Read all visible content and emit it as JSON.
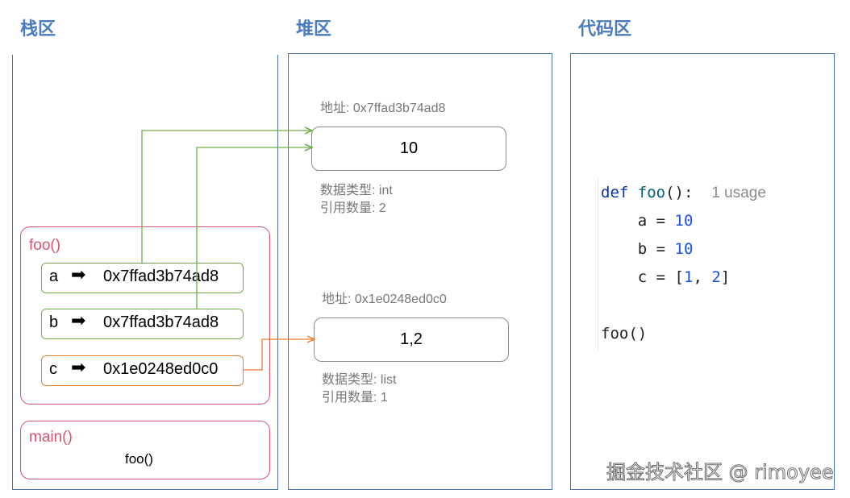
{
  "sections": {
    "stack": "栈区",
    "heap": "堆区",
    "code": "代码区"
  },
  "stack": {
    "foo_frame": {
      "title": "foo()",
      "vars": [
        {
          "name": "a",
          "arrow": "➡",
          "address": "0x7ffad3b74ad8"
        },
        {
          "name": "b",
          "arrow": "➡",
          "address": "0x7ffad3b74ad8"
        },
        {
          "name": "c",
          "arrow": "➡",
          "address": "0x1e0248ed0c0"
        }
      ]
    },
    "main_frame": {
      "title": "main()",
      "call": "foo()"
    }
  },
  "heap": {
    "objects": [
      {
        "address_label": "地址: 0x7ffad3b74ad8",
        "value": "10",
        "type_label": "数据类型: int",
        "refcount_label": "引用数量: 2"
      },
      {
        "address_label": "地址: 0x1e0248ed0c0",
        "value": "1,2",
        "type_label": "数据类型: list",
        "refcount_label": "引用数量: 1"
      }
    ]
  },
  "code": {
    "def_kw": "def",
    "func_name": "foo",
    "func_sig_tail": "():",
    "usage_hint": "1 usage",
    "line_a_name": "a",
    "line_a_op": " = ",
    "line_a_val": "10",
    "line_b_name": "b",
    "line_b_op": " = ",
    "line_b_val": "10",
    "line_c_name": "c",
    "line_c_op": " = [",
    "line_c_v1": "1",
    "line_c_sep": ", ",
    "line_c_v2": "2",
    "line_c_close": "]",
    "call": "foo()"
  },
  "colors": {
    "title_blue": "#4a7ac0",
    "frame_red": "#d2566e",
    "ref_green": "#70ad47",
    "ref_orange": "#ed7d31"
  },
  "watermark": "掘金技术社区 @ rimoyee"
}
